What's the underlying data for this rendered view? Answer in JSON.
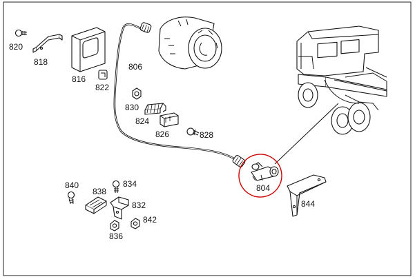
{
  "diagram": {
    "labels": {
      "p820": "820",
      "p818": "818",
      "p816": "816",
      "p822": "822",
      "p806": "806",
      "p830": "830",
      "p824": "824",
      "p826": "826",
      "p828": "828",
      "p804": "804",
      "p844": "844",
      "p840": "840",
      "p838": "838",
      "p834": "834",
      "p832": "832",
      "p842": "842",
      "p836": "836"
    },
    "highlight_color": "#cc0000",
    "line_color": "#111111"
  }
}
